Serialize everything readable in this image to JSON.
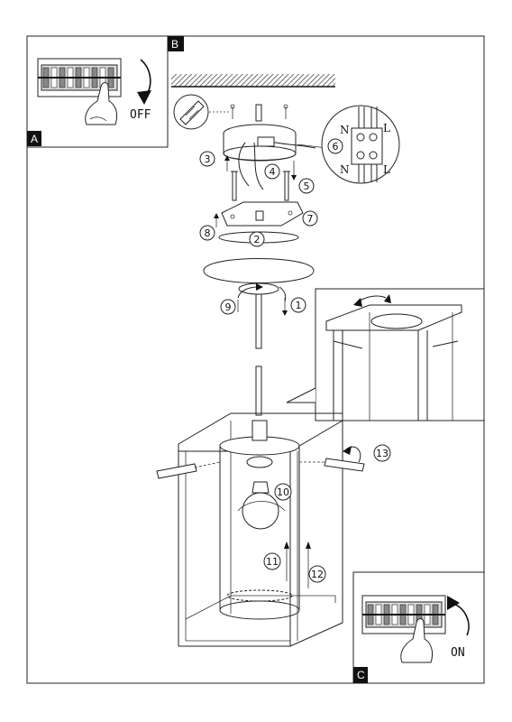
{
  "panels": {
    "a": {
      "tag": "A",
      "text": "OFF"
    },
    "b": {
      "tag": "B"
    },
    "c": {
      "tag": "C",
      "text": "ON"
    }
  },
  "terminal": {
    "n_top": "N",
    "l_top": "L",
    "n_bottom": "N",
    "l_bottom": "L"
  },
  "steps": [
    "1",
    "2",
    "3",
    "4",
    "5",
    "6",
    "7",
    "8",
    "9",
    "10",
    "11",
    "12",
    "13"
  ],
  "icons": {
    "breaker": "circuit-breaker-icon",
    "hand": "hand-icon",
    "rotate": "rotate-arrow-icon",
    "plug": "wall-plug-icon"
  }
}
